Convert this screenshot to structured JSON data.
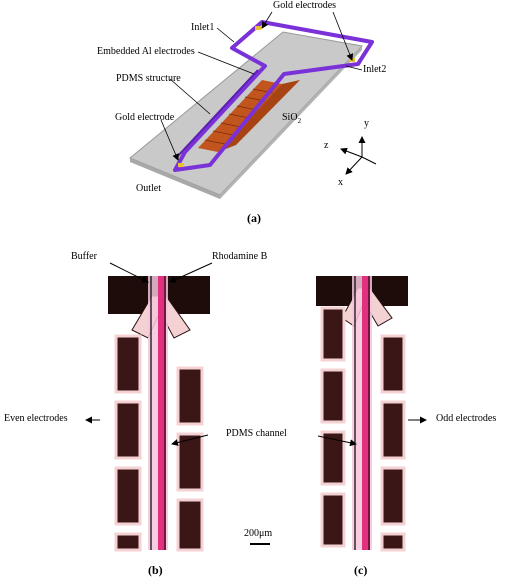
{
  "panel_a": {
    "caption": "(a)",
    "labels": {
      "gold_electrodes": "Gold electrodes",
      "inlet1": "Inlet1",
      "embedded_al": "Embedded Al electrodes",
      "inlet2": "Inlet2",
      "pdms_structure": "PDMS structure",
      "gold_electrode": "Gold electrode",
      "sio2_main": "SiO",
      "sio2_sub": "2",
      "outlet": "Outlet",
      "axis_y": "y",
      "axis_z": "z",
      "axis_x": "x"
    }
  },
  "panel_b": {
    "caption": "(b)",
    "labels": {
      "buffer": "Buffer",
      "rhodamine": "Rhodamine B",
      "even_electrodes": "Even electrodes"
    }
  },
  "panel_c": {
    "caption": "(c)",
    "labels": {
      "odd_electrodes": "Odd electrodes"
    }
  },
  "shared": {
    "pdms_channel": "PDMS channel",
    "scale_bar": "200μm"
  },
  "colors": {
    "substrate": "#c9c9c9",
    "pdms": "#7a32d8",
    "al_electrodes": "#c2541e",
    "micrograph_bg": "#1e0c0a",
    "electrode_outline": "#f4d2d4",
    "channel_pink": "#e0307e"
  }
}
